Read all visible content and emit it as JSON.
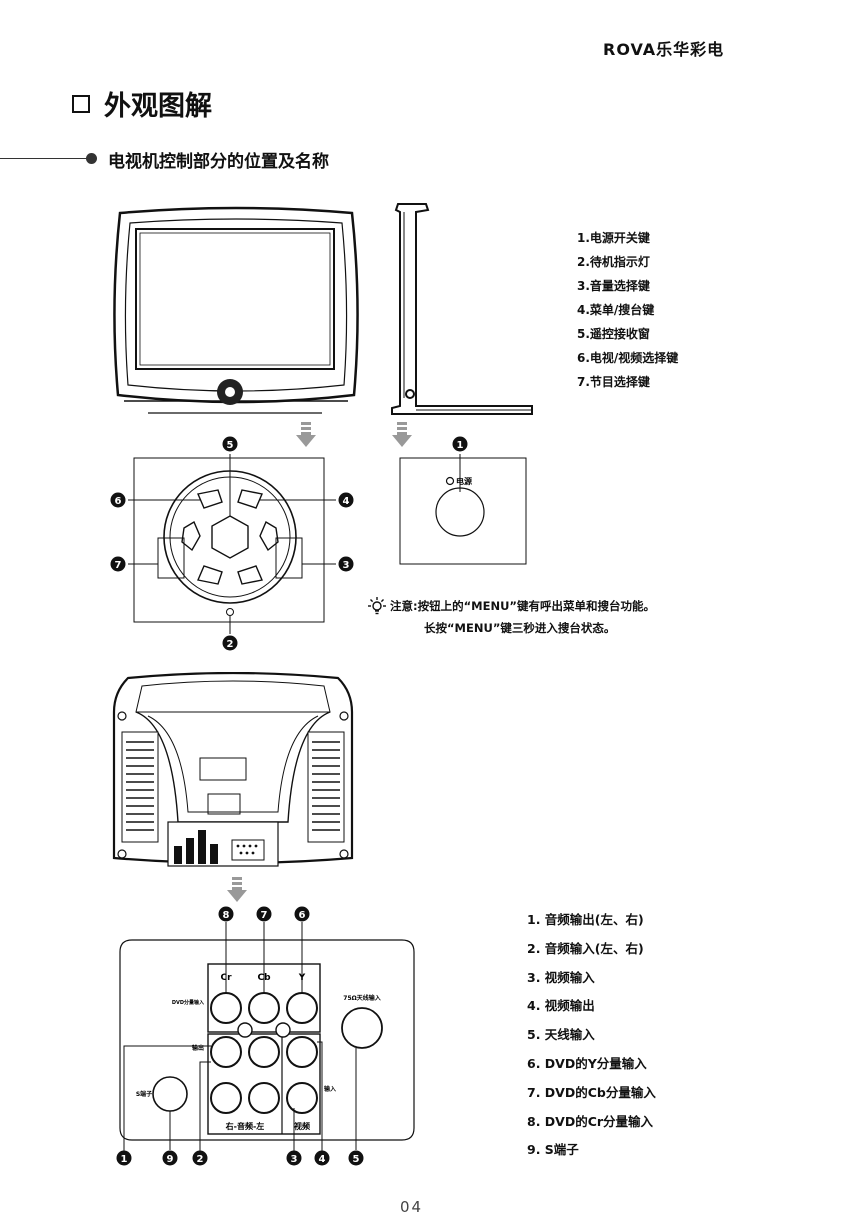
{
  "header": {
    "brand": "ROVA乐华彩电"
  },
  "section": {
    "title": "外观图解"
  },
  "subsection": {
    "title": "电视机控制部分的位置及名称"
  },
  "front_parts": [
    "1.电源开关键",
    "2.待机指示灯",
    "3.音量选择键",
    "4.菜单/搜台键",
    "5.遥控接收窗",
    "6.电视/视频选择键",
    "7.节目选择键"
  ],
  "callouts": {
    "n1": "1",
    "n2": "2",
    "n3": "3",
    "n4": "4",
    "n5": "5",
    "n6": "6",
    "n7": "7",
    "n8": "8",
    "n9": "9"
  },
  "power_label": "电源",
  "notes": {
    "line1": "注意:按钮上的“MENU”键有呼出菜单和搜台功能。",
    "line2": "长按“MENU”键三秒进入搜台状态。"
  },
  "panel_labels": {
    "cr": "Cr",
    "cb": "Cb",
    "y": "Y",
    "dvd_input": "DVD分量输入",
    "antenna": "75Ω天线输入",
    "output": "输出",
    "input": "输入",
    "audio": "右-音频-左",
    "video": "视频",
    "s_terminal": "S端子"
  },
  "rear_parts": [
    "1. 音频输出(左、右)",
    "2. 音频输入(左、右)",
    "3. 视频输入",
    "4. 视频输出",
    "5. 天线输入",
    "6. DVD的Y分量输入",
    "7. DVD的Cb分量输入",
    "8. DVD的Cr分量输入",
    "9. S端子"
  ],
  "page": {
    "number": "04"
  }
}
